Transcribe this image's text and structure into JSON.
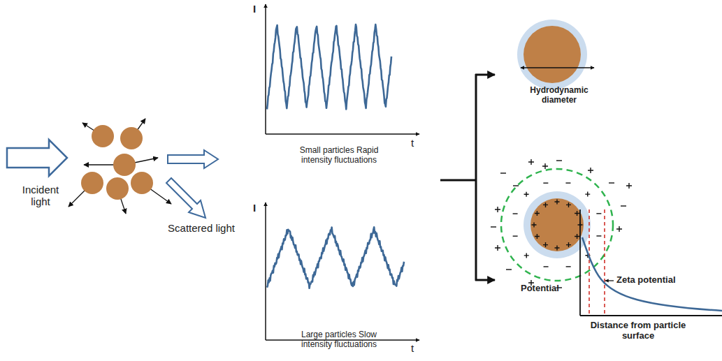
{
  "diagram": {
    "labels": [
      "Incident light",
      "Scattered light",
      "I",
      "t",
      "Small particles Rapid intensity fluctuations",
      "I",
      "t",
      "Large particles Slow intensity fluctuations",
      "Hydrodynamic diameter",
      "Potential",
      "Zeta potential",
      "Distance from particle surface"
    ]
  }
}
